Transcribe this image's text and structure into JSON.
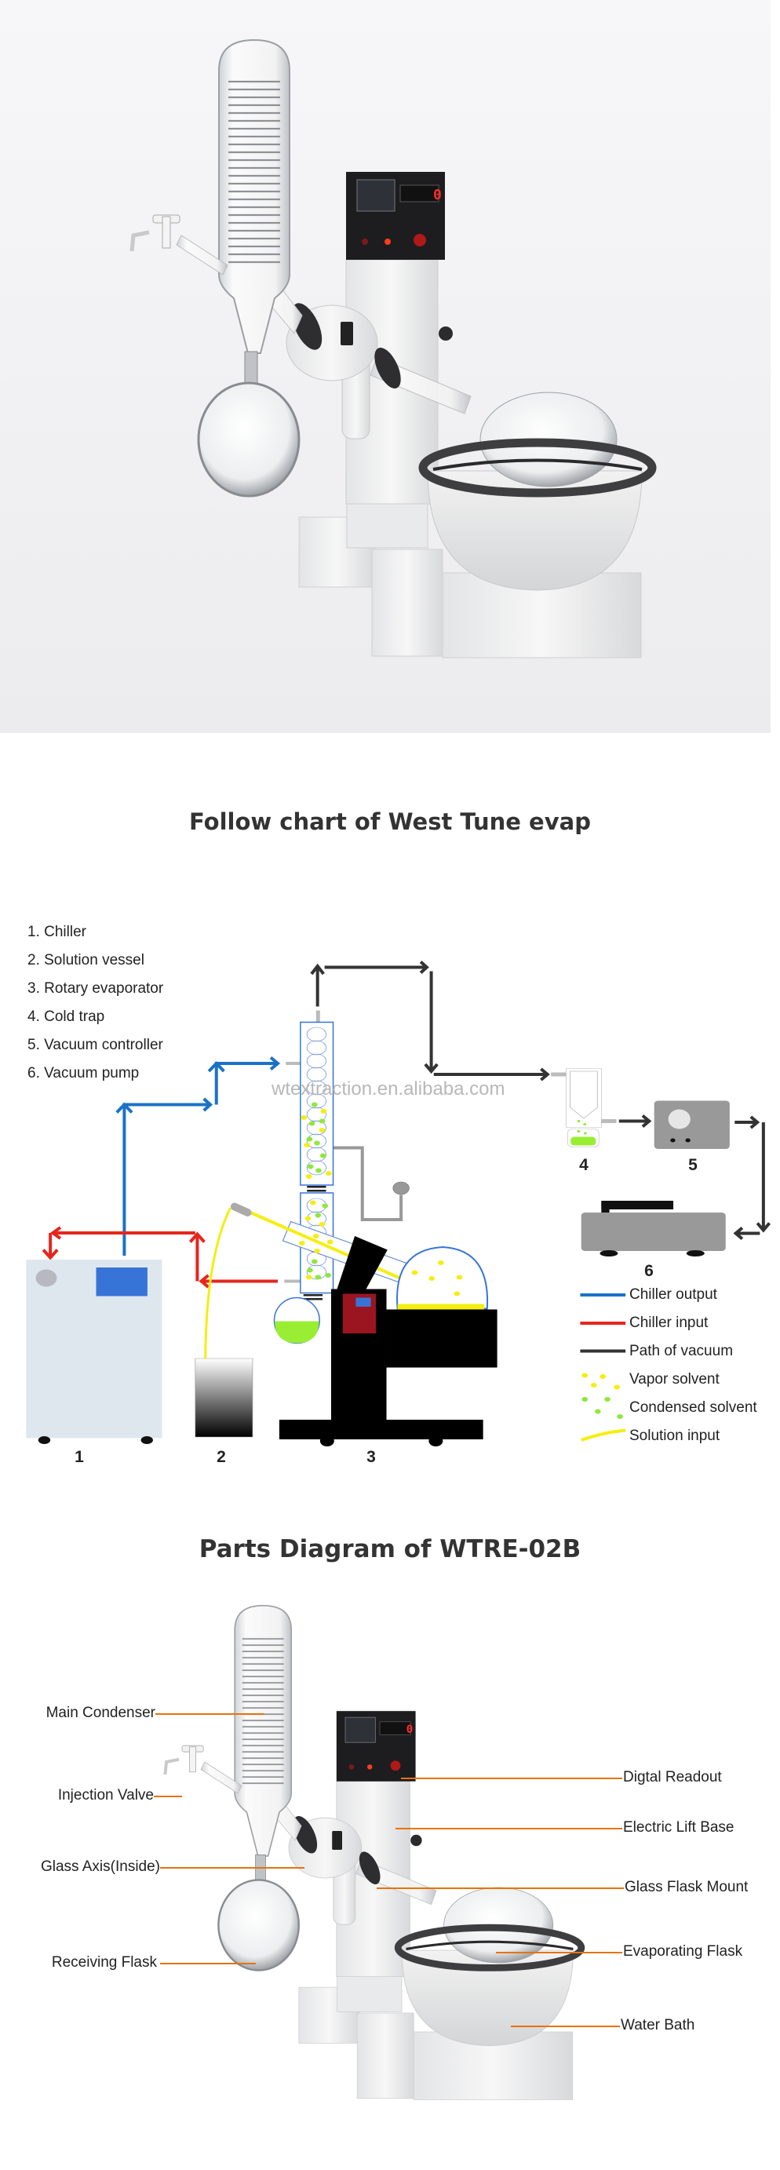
{
  "photo": {
    "readout_digit": "0"
  },
  "flow_title": "Follow chart of West Tune evap",
  "flow": {
    "list": [
      "1. Chiller",
      "2. Solution vessel",
      "3. Rotary evaporator",
      "4. Cold trap",
      "5. Vacuum controller",
      "6. Vacuum pump"
    ],
    "numbers": [
      "1",
      "2",
      "3",
      "4",
      "5",
      "6"
    ],
    "watermark": "wtextraction.en.alibaba.com",
    "legend": [
      "Chiller output",
      "Chiller input",
      "Path of vacuum",
      "Vapor solvent",
      "Condensed solvent",
      "Solution input"
    ],
    "colors": {
      "chiller_output": "#1a72c6",
      "chiller_input": "#e5261c",
      "vacuum": "#333333",
      "vapor": "#f5ee10",
      "condensed": "#8fe83a",
      "solution": "#f5ee10"
    }
  },
  "parts_title": "Parts Diagram of WTRE-02B",
  "parts": {
    "left": [
      "Main Condenser",
      "Injection Valve",
      "Glass Axis(Inside)",
      "Receiving Flask"
    ],
    "right": [
      "Digtal Readout",
      "Electric Lift Base",
      "Glass Flask Mount",
      "Evaporating Flask",
      "Water Bath"
    ],
    "leader_color": "#e8720c"
  }
}
